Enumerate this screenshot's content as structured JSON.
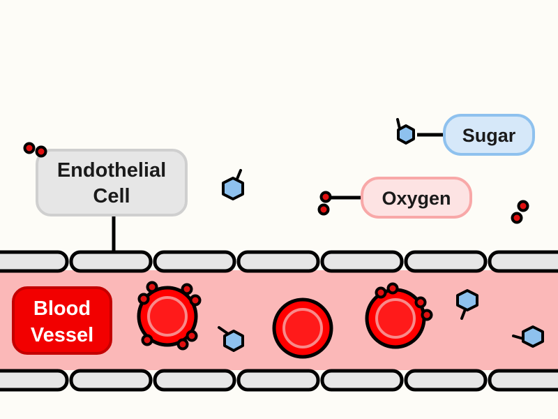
{
  "labels": {
    "endothelial_line1": "Endothelial",
    "endothelial_line2": "Cell",
    "oxygen": "Oxygen",
    "sugar": "Sugar",
    "blood_line1": "Blood",
    "blood_line2": "Vessel"
  },
  "colors": {
    "background": "#fdfcf7",
    "vessel_fill": "#fbb8b8",
    "endothelial_cell": "#e6e6e6",
    "red_blood_cell": "#ff0000",
    "red_blood_cell_center": "#f88a8a",
    "oxygen": "#e01010",
    "sugar": "#8ec1ee",
    "sugar_label_fill": "#d6e8f9",
    "sugar_label_border": "#8ec1ee",
    "oxygen_label_fill": "#fde3e3",
    "oxygen_label_border": "#f8a8a8",
    "blood_label_fill": "#f20000",
    "outline": "#000000"
  },
  "icons": [
    "oxygen-molecule-icon",
    "sugar-molecule-icon",
    "red-blood-cell-icon",
    "endothelial-cell-icon"
  ]
}
